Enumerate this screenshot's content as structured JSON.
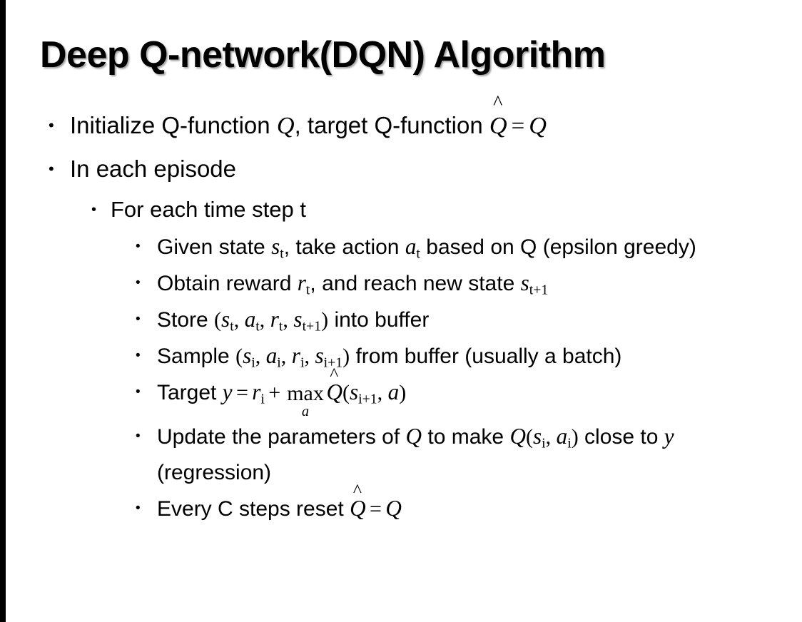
{
  "slide": {
    "title": "Deep Q-network(DQN) Algorithm",
    "background_color": "#ffffff",
    "text_color": "#000000",
    "left_band_color": "#000000",
    "bullet_glyph": "•"
  },
  "bullets": {
    "b1": {
      "level": 1,
      "text_plain": "Initialize Q-function Q, target Q-function Q̂ = Q",
      "seg_a": "Initialize Q-function ",
      "var_q1": "Q",
      "seg_b": ", target Q-function ",
      "var_qhat": "Q",
      "hat": "̂",
      "eq": "=",
      "var_q2": "Q"
    },
    "b2": {
      "level": 1,
      "text_plain": "In each episode",
      "seg_a": "In each episode"
    },
    "b3": {
      "level": 2,
      "text_plain": "For each time step t",
      "seg_a": "For each time step t"
    },
    "b4": {
      "level": 3,
      "text_plain": "Given state s_t, take action a_t based on Q (epsilon greedy)",
      "seg_a": "Given state ",
      "var_s": "s",
      "sub_s": "t",
      "seg_b": ", take action ",
      "var_a": "a",
      "sub_a": "t",
      "seg_c": " based on Q (epsilon greedy)"
    },
    "b5": {
      "level": 3,
      "text_plain": "Obtain reward r_t, and reach new state s_t+1",
      "seg_a": "Obtain reward ",
      "var_r": "r",
      "sub_r": "t",
      "seg_b": ", and reach new state ",
      "var_s": "s",
      "sub_s": "t+1"
    },
    "b6": {
      "level": 3,
      "text_plain": "Store (s_t, a_t, r_t, s_t+1) into buffer",
      "seg_a": "Store ",
      "paren_open": "(",
      "var_s1": "s",
      "sub_s1": "t",
      "comma1": ", ",
      "var_a": "a",
      "sub_a": "t",
      "comma2": ", ",
      "var_r": "r",
      "sub_r": "t",
      "comma3": ", ",
      "var_s2": "s",
      "sub_s2": "t+1",
      "paren_close": ")",
      "seg_b": " into buffer"
    },
    "b7": {
      "level": 3,
      "text_plain": "Sample (s_i, a_i, r_i, s_i+1) from buffer (usually a batch)",
      "seg_a": "Sample ",
      "paren_open": "(",
      "var_s1": "s",
      "sub_s1": "i",
      "comma1": ", ",
      "var_a": "a",
      "sub_a": "i",
      "comma2": ", ",
      "var_r": "r",
      "sub_r": "i",
      "comma3": ", ",
      "var_s2": "s",
      "sub_s2": "i+1",
      "paren_close": ")",
      "seg_b": " from buffer (usually a batch)"
    },
    "b8": {
      "level": 3,
      "text_plain": "Target y = r_i + max_a Q̂(s_i+1, a)",
      "seg_a": "Target ",
      "var_y": "y",
      "eq": "=",
      "var_r": "r",
      "sub_r": "i",
      "plus": "+",
      "max_label": "max",
      "max_sub": "a",
      "var_qhat": "Q",
      "hat": "̂",
      "paren_open": "(",
      "var_s": "s",
      "sub_s": "i+1",
      "comma": ", ",
      "var_a": "a",
      "paren_close": ")"
    },
    "b9": {
      "level": 3,
      "text_plain": "Update the parameters of Q to make Q(s_i, a_i) close to y (regression)",
      "seg_a": "Update the parameters of ",
      "var_q1": "Q",
      "seg_b": " to make ",
      "var_q2": "Q",
      "paren_open": "(",
      "var_s": "s",
      "sub_s": "i",
      "comma": ", ",
      "var_a": "a",
      "sub_a": "i",
      "paren_close": ")",
      "seg_c": " close to ",
      "var_y": "y",
      "seg_d": " (regression)"
    },
    "b10": {
      "level": 3,
      "text_plain": "Every C steps reset Q̂ = Q",
      "seg_a": "Every C steps reset ",
      "var_qhat": "Q",
      "hat": "̂",
      "eq": "=",
      "var_q": "Q"
    }
  }
}
